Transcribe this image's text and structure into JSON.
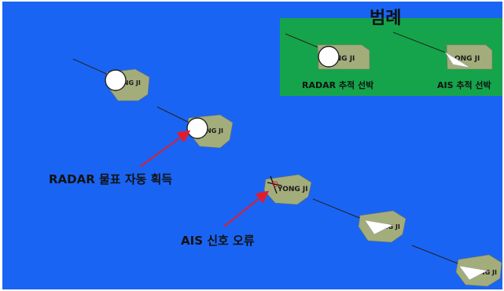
{
  "legend": {
    "title": "범례",
    "items": [
      {
        "label": "RADAR 추적 선박",
        "ship_label": "ONG JI",
        "marker": "radar-circle-icon"
      },
      {
        "label": "AIS 추적 선박",
        "ship_label": "ONG JI",
        "marker": "ais-triangle-icon"
      }
    ]
  },
  "annotations": {
    "radar_auto_acquire": "RADAR 물표 자동 획득",
    "ais_signal_error": "AIS 신호 오류"
  },
  "ships": {
    "radar_1_label": "ONG JI",
    "radar_2_label": "NG JI",
    "ais_error_label": "YONG JI",
    "ais_1_label": "ONG JI",
    "ais_2_label": "NG JI"
  },
  "colors": {
    "sea": "#1a64f3",
    "legend_bg": "#15a44b",
    "ship_hull": "#a3ad7c",
    "arrow": "#e31c2c"
  }
}
